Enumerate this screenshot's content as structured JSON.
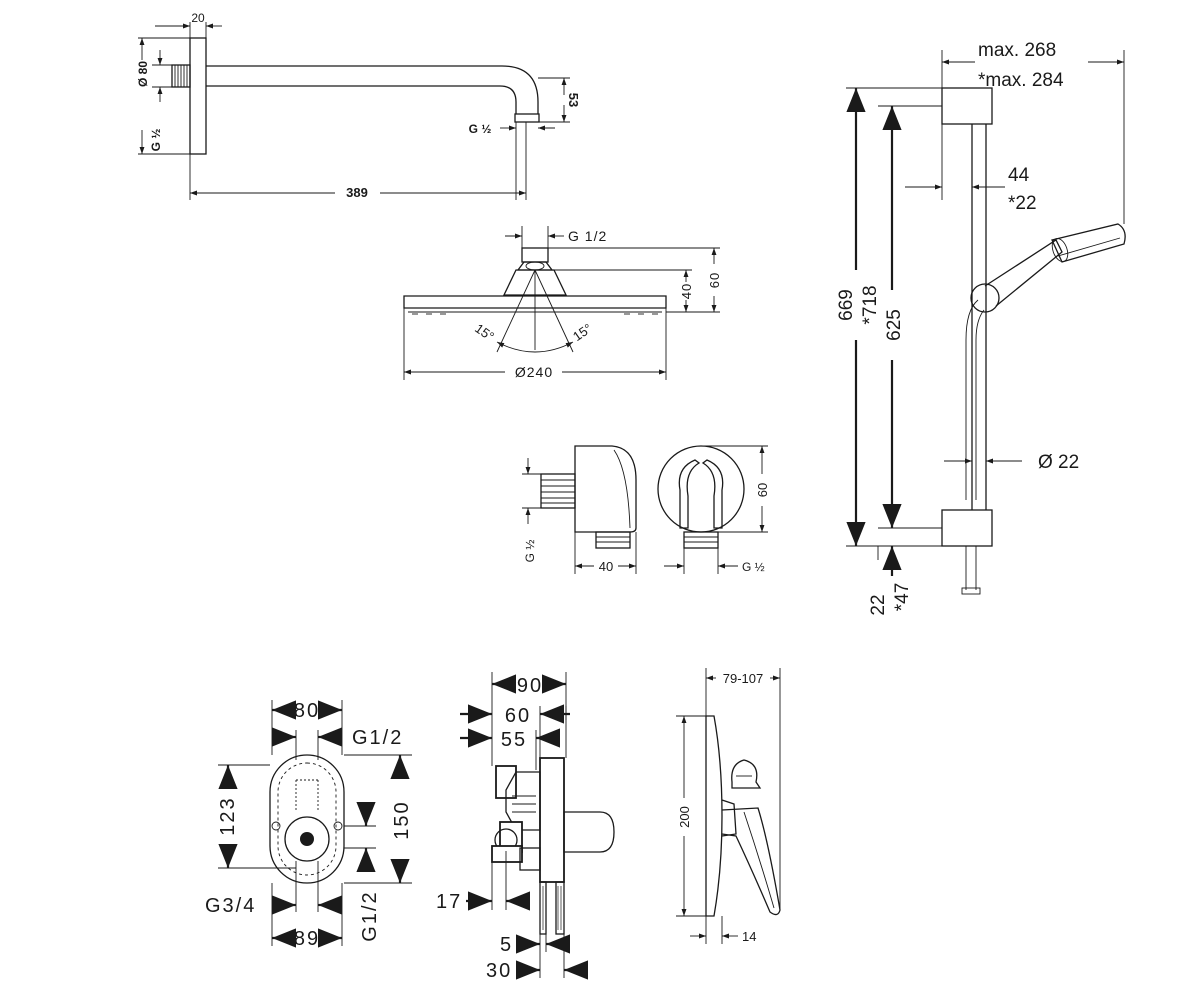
{
  "shower_arm": {
    "flange_width": "20",
    "flange_diameter": "Ø 80",
    "inlet_thread": "G ½",
    "outlet_thread": "G ½",
    "drop": "53",
    "length": "389"
  },
  "overhead_shower": {
    "connection": "G 1/2",
    "body_height": "40",
    "total_height": "60",
    "spray_angle_left": "15°",
    "spray_angle_right": "15°",
    "diameter": "Ø240"
  },
  "wall_outlet": {
    "thread_side": "G ½",
    "thread_bottom": "G ½",
    "depth": "40",
    "diameter": "60"
  },
  "shower_rail": {
    "max_width": "max. 268",
    "max_width_alt": "*max. 284",
    "wall_distance": "44",
    "wall_distance_alt": "*22",
    "total_height": "669",
    "total_height_alt": "*718",
    "mount_distance": "625",
    "rail_diameter": "Ø 22",
    "bottom_offset": "22",
    "bottom_offset_alt": "*47"
  },
  "mixer_body_front": {
    "width": "80",
    "outlet_thread": "G1/2",
    "height": "123",
    "cover_height": "150",
    "inlet_thread": "G3/4",
    "inlet_spacing": "89",
    "bottom_thread": "G1/2"
  },
  "mixer_body_side": {
    "total_depth": "90",
    "depth_60": "60",
    "depth_55": "55",
    "inlet_depth": "17",
    "min_depth": "5",
    "max_depth": "30"
  },
  "mixer_trim": {
    "projection": "79-107",
    "height": "200",
    "plate_thickness": "14"
  }
}
